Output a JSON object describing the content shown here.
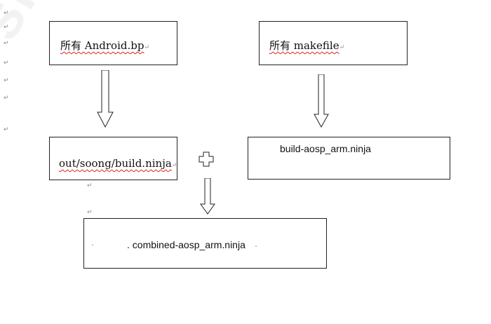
{
  "watermark": "SPREA",
  "nodes": {
    "android_bp": "所有 Android.bp",
    "makefile": "所有 makefile",
    "soong_ninja": "out/soong/build.ninja",
    "aosp_ninja": "build-aosp_arm.ninja",
    "combined_ninja": ". combined-aosp_arm.ninja"
  },
  "marks": {
    "paragraph": "↵"
  }
}
